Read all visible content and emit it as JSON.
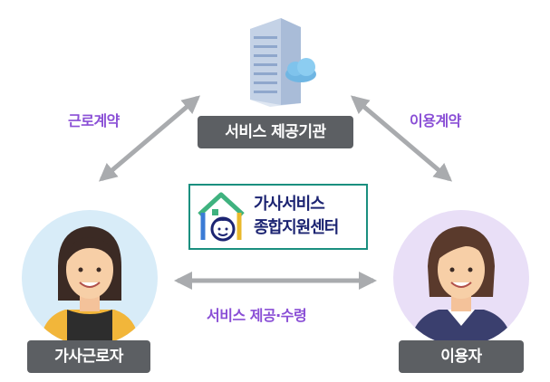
{
  "nodes": {
    "provider": {
      "label": "서비스 제공기관"
    },
    "worker": {
      "label": "가사근로자"
    },
    "user": {
      "label": "이용자"
    }
  },
  "edges": {
    "labor_contract": "근로계약",
    "usage_contract": "이용계약",
    "service_flow": "서비스 제공·수령"
  },
  "center_logo": {
    "line1": "가사서비스",
    "line2": "종합지원센터"
  },
  "colors": {
    "edge_label": "#8a4fd6",
    "node_label_bg": "#5c5f63",
    "logo_border": "#1a8f7f",
    "logo_text": "#1c2472",
    "arrow": "#a9abae"
  },
  "icons": [
    "server-building-icon",
    "cloud-icon",
    "house-logo-icon",
    "worker-avatar",
    "user-avatar"
  ]
}
